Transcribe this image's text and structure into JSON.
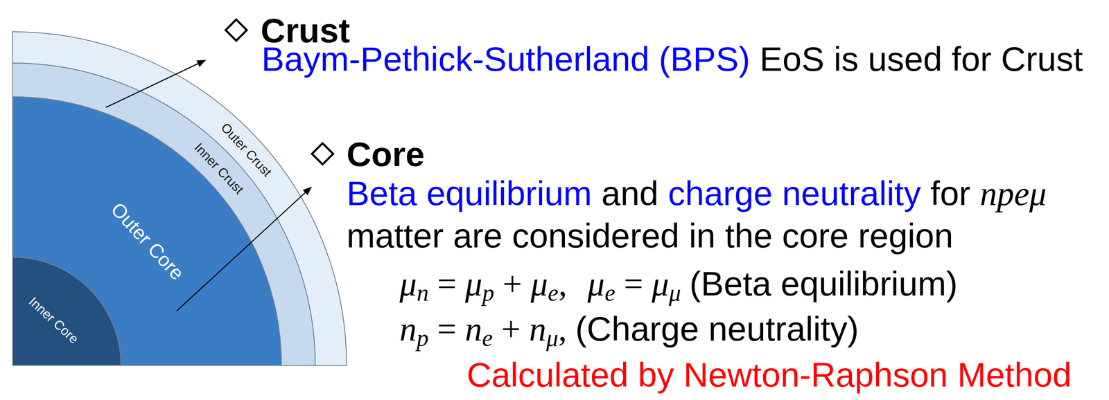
{
  "diagram": {
    "nodes": [
      {
        "text": [
          "Outer Crust"
        ]
      },
      {
        "text": [
          "Inner Crust"
        ]
      },
      {
        "text": [
          "Outer Core"
        ]
      },
      {
        "text": [
          "Inner Core"
        ]
      }
    ],
    "labels": [
      "Crust",
      "Baym-Pethick-Sutherland (BPS)",
      "EoS is used for Crust",
      "Core",
      "Beta equilibrium",
      "and",
      "charge neutrality",
      "for",
      "npeμ",
      "matter are considered in the core region",
      "μn = μp + μe,",
      "μe = μμ",
      "(Beta equilibrium)",
      "np = ne + nμ,",
      "(Charge neutrality)",
      "Calculated by Newton-Raphson Method"
    ]
  }
}
